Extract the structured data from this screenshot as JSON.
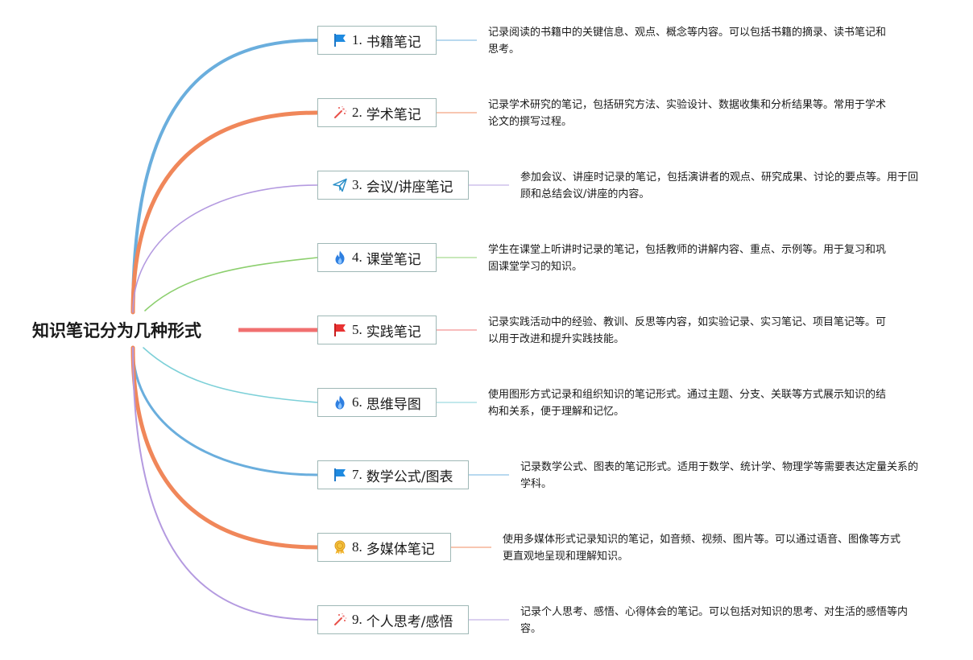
{
  "root": {
    "title": "知识笔记分为几种形式"
  },
  "branches": [
    {
      "num": "1.",
      "label": "书籍笔记",
      "icon": "blue-flag-icon",
      "color": "#6aaedd",
      "desc": "记录阅读的书籍中的关键信息、观点、概念等内容。可以包括书籍的摘录、读书笔记和思考。"
    },
    {
      "num": "2.",
      "label": "学术笔记",
      "icon": "magic-wand-icon",
      "color": "#f0875a",
      "desc": "记录学术研究的笔记，包括研究方法、实验设计、数据收集和分析结果等。常用于学术论文的撰写过程。"
    },
    {
      "num": "3.",
      "label": "会议/讲座笔记",
      "icon": "paper-plane-icon",
      "color": "#b49ae0",
      "desc": "参加会议、讲座时记录的笔记，包括演讲者的观点、研究成果、讨论的要点等。用于回顾和总结会议/讲座的内容。"
    },
    {
      "num": "4.",
      "label": "课堂笔记",
      "icon": "flame-icon",
      "color": "#8ccf6e",
      "desc": "学生在课堂上听讲时记录的笔记，包括教师的讲解内容、重点、示例等。用于复习和巩固课堂学习的知识。"
    },
    {
      "num": "5.",
      "label": "实践笔记",
      "icon": "red-flag-icon",
      "color": "#f07070",
      "desc": "记录实践活动中的经验、教训、反思等内容，如实验记录、实习笔记、项目笔记等。可以用于改进和提升实践技能。"
    },
    {
      "num": "6.",
      "label": "思维导图",
      "icon": "flame-icon",
      "color": "#7dd0d8",
      "desc": "使用图形方式记录和组织知识的笔记形式。通过主题、分支、关联等方式展示知识的结构和关系，便于理解和记忆。"
    },
    {
      "num": "7.",
      "label": "数学公式/图表",
      "icon": "blue-flag-icon",
      "color": "#6aaedd",
      "desc": "记录数学公式、图表的笔记形式。适用于数学、统计学、物理学等需要表达定量关系的学科。"
    },
    {
      "num": "8.",
      "label": "多媒体笔记",
      "icon": "award-medal-icon",
      "color": "#f0875a",
      "desc": "使用多媒体形式记录知识的笔记，如音频、视频、图片等。可以通过语音、图像等方式更直观地呈现和理解知识。"
    },
    {
      "num": "9.",
      "label": "个人思考/感悟",
      "icon": "magic-wand-icon",
      "color": "#b49ae0",
      "desc": "记录个人思考、感悟、心得体会的笔记。可以包括对知识的思考、对生活的感悟等内容。"
    }
  ]
}
